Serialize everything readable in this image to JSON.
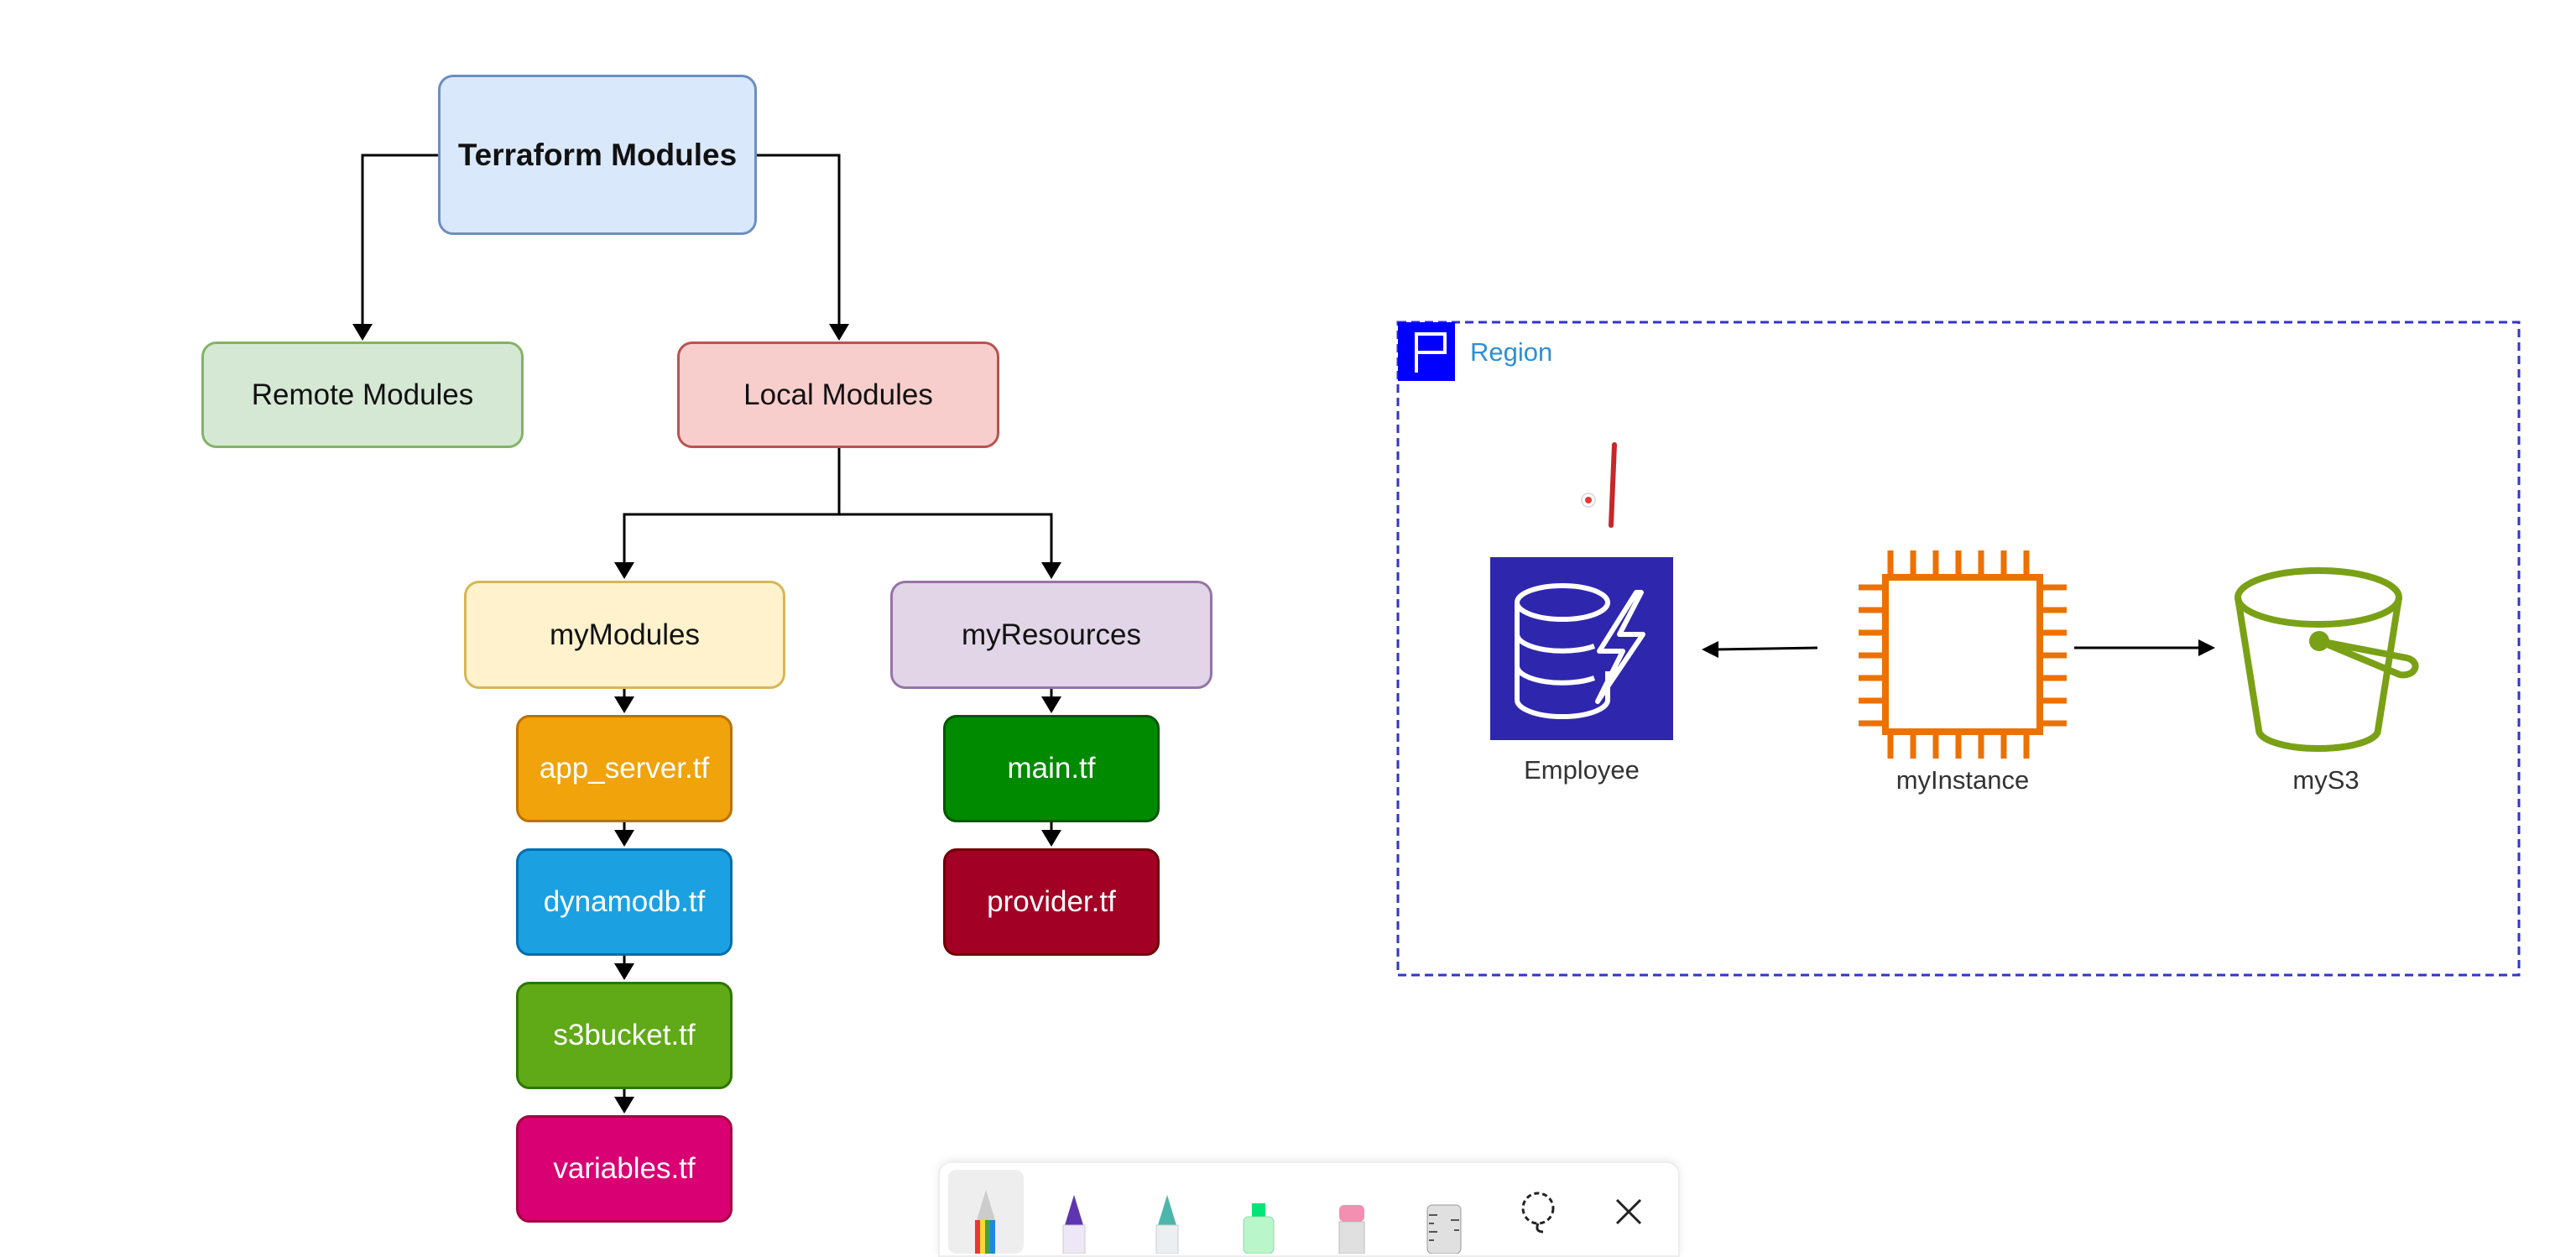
{
  "tree": {
    "root": {
      "label": "Terraform Modules",
      "fill": "#dae8fc",
      "stroke": "#6c8ebf"
    },
    "remote": {
      "label": "Remote Modules",
      "fill": "#d5e8d4",
      "stroke": "#82b366"
    },
    "local": {
      "label": "Local Modules",
      "fill": "#f8cecc",
      "stroke": "#b85450"
    },
    "my_modules": {
      "label": "myModules",
      "fill": "#fff2cc",
      "stroke": "#d6b656"
    },
    "my_resources": {
      "label": "myResources",
      "fill": "#e1d5e7",
      "stroke": "#9673a6"
    },
    "module_files": [
      {
        "label": "app_server.tf",
        "fill": "#f0a30a",
        "stroke": "#bd7000"
      },
      {
        "label": "dynamodb.tf",
        "fill": "#1ba1e2",
        "stroke": "#006eaf"
      },
      {
        "label": "s3bucket.tf",
        "fill": "#60a917",
        "stroke": "#2d7600"
      },
      {
        "label": "variables.tf",
        "fill": "#d80073",
        "stroke": "#a50040"
      }
    ],
    "resource_files": [
      {
        "label": "main.tf",
        "fill": "#008a00",
        "stroke": "#005700"
      },
      {
        "label": "provider.tf",
        "fill": "#a20025",
        "stroke": "#6f0000"
      }
    ]
  },
  "aws": {
    "region_label": "Region",
    "region_color": "#0000ff",
    "dynamodb": {
      "label": "Employee",
      "icon": "dynamodb-icon",
      "color": "#2e27ad"
    },
    "ec2": {
      "label": "myInstance",
      "icon": "ec2-instance-icon",
      "color": "#ed7100"
    },
    "s3": {
      "label": "myS3",
      "icon": "s3-bucket-icon",
      "color": "#7aa116"
    }
  },
  "toolbar": {
    "tools": [
      "rainbow-pen-icon",
      "purple-pen-icon",
      "teal-pen-icon",
      "highlighter-icon",
      "eraser-icon",
      "ruler-icon",
      "lasso-select-icon",
      "close-icon"
    ]
  }
}
